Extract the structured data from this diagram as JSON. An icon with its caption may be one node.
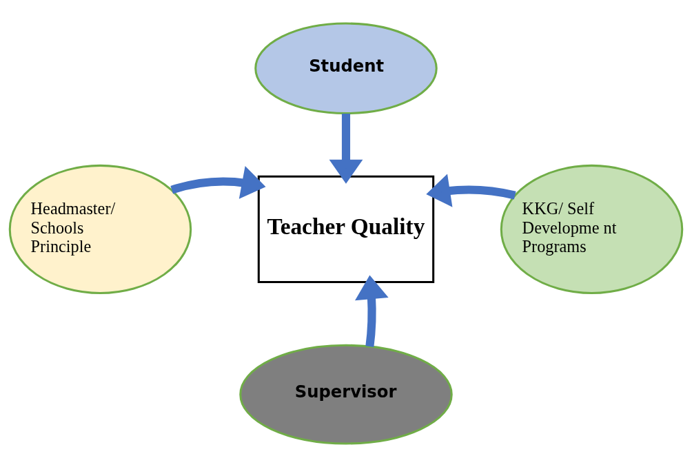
{
  "diagram": {
    "nodes": [
      {
        "text": [
          "Student"
        ]
      },
      {
        "text": [
          "Headmaster/ Schools Principle"
        ]
      },
      {
        "text": [
          "Teacher Quality"
        ]
      },
      {
        "text": [
          "KKG/ Self Developme nt Programs"
        ]
      },
      {
        "text": [
          "Supervisor"
        ]
      }
    ],
    "edges": [
      {
        "from": 0,
        "to": 2,
        "arrow": "to"
      },
      {
        "from": 1,
        "to": 2,
        "arrow": "to"
      },
      {
        "from": 3,
        "to": 2,
        "arrow": "to"
      },
      {
        "from": 4,
        "to": 2,
        "arrow": "to"
      }
    ]
  }
}
